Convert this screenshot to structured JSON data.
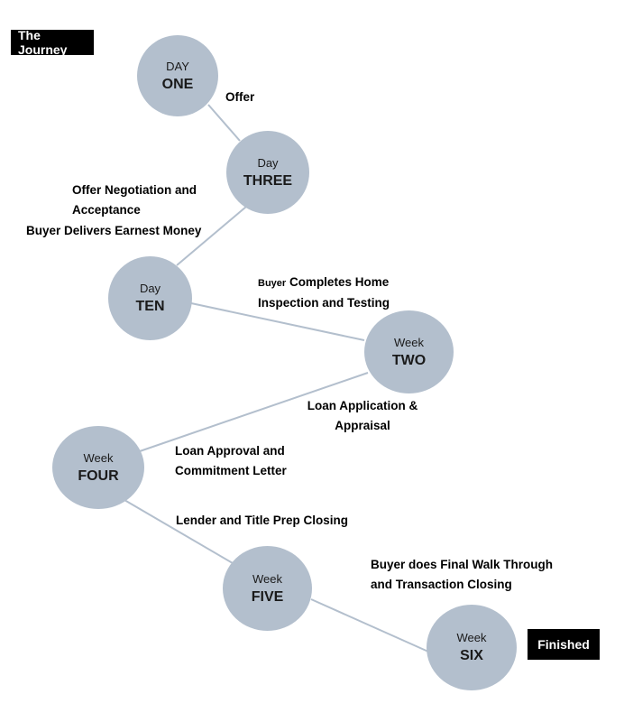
{
  "title_tag": "The Journey",
  "finished_tag": "Finished",
  "colors": {
    "node": "#b3bfcd",
    "line": "#b3bfcd",
    "tag_bg": "#000000",
    "tag_text": "#ffffff"
  },
  "nodes": [
    {
      "unit": "DAY",
      "value": "ONE"
    },
    {
      "unit": "Day",
      "value": "THREE"
    },
    {
      "unit": "Day",
      "value": "TEN"
    },
    {
      "unit": "Week",
      "value": "TWO"
    },
    {
      "unit": "Week",
      "value": "FOUR"
    },
    {
      "unit": "Week",
      "value": "FIVE"
    },
    {
      "unit": "Week",
      "value": "SIX"
    }
  ],
  "steps": {
    "offer": "Offer",
    "negotiation_line1": "Offer Negotiation and",
    "negotiation_line2": "Acceptance",
    "earnest_money": "Buyer Delivers Earnest Money",
    "inspection_prefix": "Buyer",
    "inspection_line1": " Completes Home",
    "inspection_line2": "Inspection and Testing",
    "loan_app_line1": "Loan Application &",
    "loan_app_line2": "Appraisal",
    "approval_line1": "Loan Approval and",
    "approval_line2": "Commitment Letter",
    "lender_title": "Lender and Title Prep Closing",
    "walkthrough_line1": "Buyer does Final Walk Through",
    "walkthrough_line2": "and Transaction Closing"
  }
}
